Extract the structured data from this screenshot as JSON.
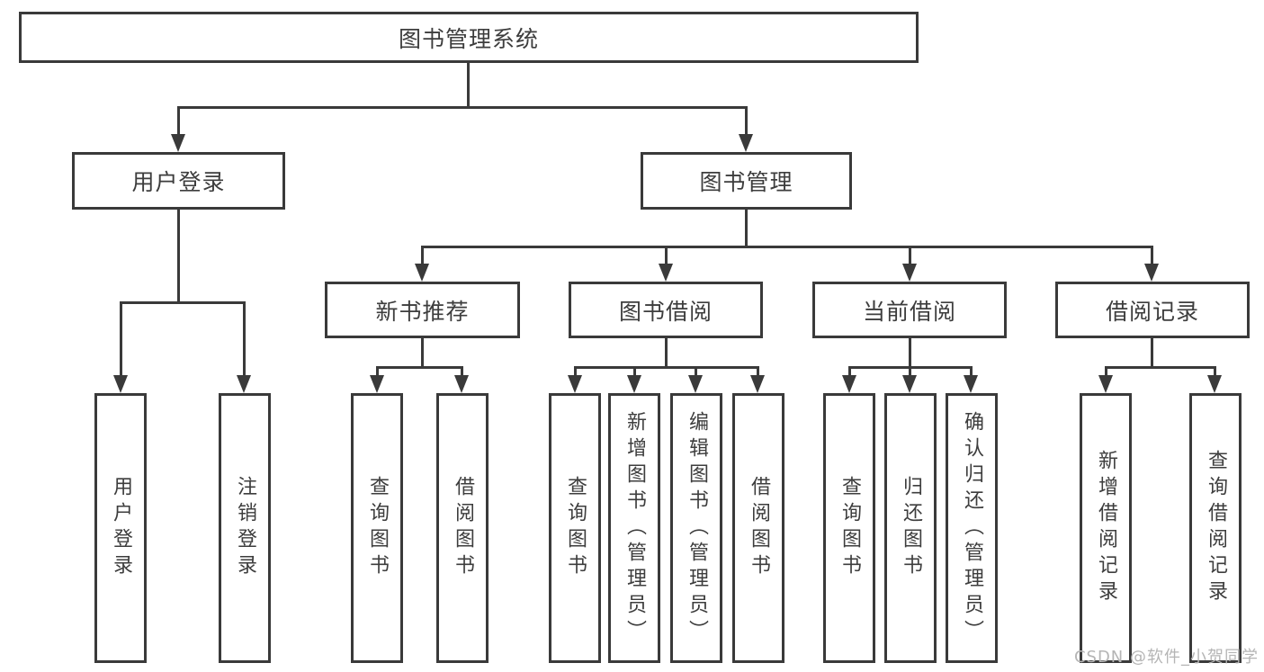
{
  "diagram": {
    "root": {
      "label": "图书管理系统",
      "children": [
        {
          "label": "用户登录",
          "children": [
            {
              "label": "用户登录"
            },
            {
              "label": "注销登录"
            }
          ]
        },
        {
          "label": "图书管理",
          "children": [
            {
              "label": "新书推荐",
              "children": [
                {
                  "label": "查询图书"
                },
                {
                  "label": "借阅图书"
                }
              ]
            },
            {
              "label": "图书借阅",
              "children": [
                {
                  "label": "查询图书"
                },
                {
                  "label": "新增图书（管理员）"
                },
                {
                  "label": "编辑图书（管理员）"
                },
                {
                  "label": "借阅图书"
                }
              ]
            },
            {
              "label": "当前借阅",
              "children": [
                {
                  "label": "查询图书"
                },
                {
                  "label": "归还图书"
                },
                {
                  "label": "确认归还（管理员）"
                }
              ]
            },
            {
              "label": "借阅记录",
              "children": [
                {
                  "label": "新增借阅记录"
                },
                {
                  "label": "查询借阅记录"
                }
              ]
            }
          ]
        }
      ]
    }
  },
  "watermark": {
    "text": "CSDN @软件_小贺同学"
  },
  "colors": {
    "line": "#3a3a3a",
    "box_border": "#3a3a3a",
    "text": "#3d3d3d",
    "watermark": "#b5b5b5",
    "background": "#ffffff"
  }
}
